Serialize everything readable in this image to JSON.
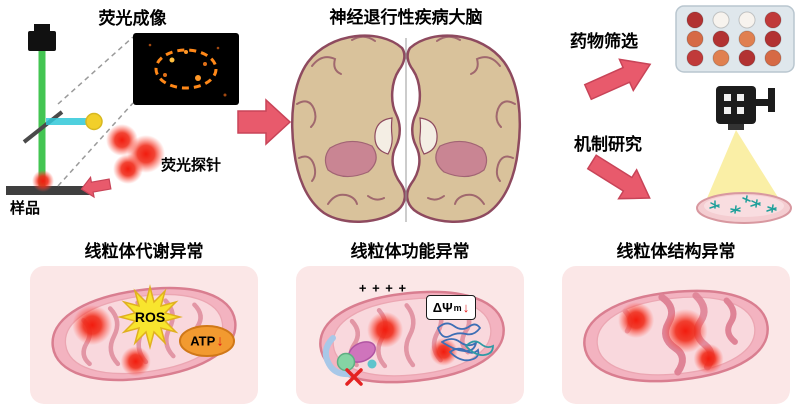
{
  "figure": {
    "top": {
      "fluorescence_title": "荧光成像",
      "sample_label": "样品",
      "probe_label": "荧光探针",
      "brain_title": "神经退行性疾病大脑",
      "drug_screening_label": "药物筛选",
      "mechanism_label": "机制研究"
    },
    "panels": [
      {
        "title": "线粒体代谢异常",
        "ros_label": "ROS",
        "atp_label": "ATP",
        "atp_arrow": "↓"
      },
      {
        "title": "线粒体功能异常",
        "charges_label": "+ + + +",
        "delta_psi_label": "ΔΨ",
        "delta_psi_sub": "m",
        "psi_arrow": "↓"
      },
      {
        "title": "线粒体结构异常"
      }
    ]
  },
  "wellplate": {
    "rows": 3,
    "cols": 4,
    "well_colors": [
      "#b23232",
      "#f7f3ee",
      "#f7f3ee",
      "#c03a3a",
      "#d66a45",
      "#b23232",
      "#e08050",
      "#b23232",
      "#c03a3a",
      "#e08050",
      "#b23232",
      "#d66a45"
    ]
  },
  "colors": {
    "arrow_pink": "#e85a6c",
    "arrow_outline": "#c84458",
    "panel_bg": "#fbe7e7",
    "glow_red": "#ff2d14",
    "brain_fill": "#d9c29b",
    "brain_outline": "#8e4a5f",
    "mito_fill": "#f3b3c0",
    "mito_outline": "#d97e90",
    "ros_yellow": "#f8e52e",
    "atp_orange": "#f29a30",
    "laser_green": "#2fbf3f",
    "beam_cyan": "#30c8d8",
    "cone_yellow": "#f6e04e"
  }
}
